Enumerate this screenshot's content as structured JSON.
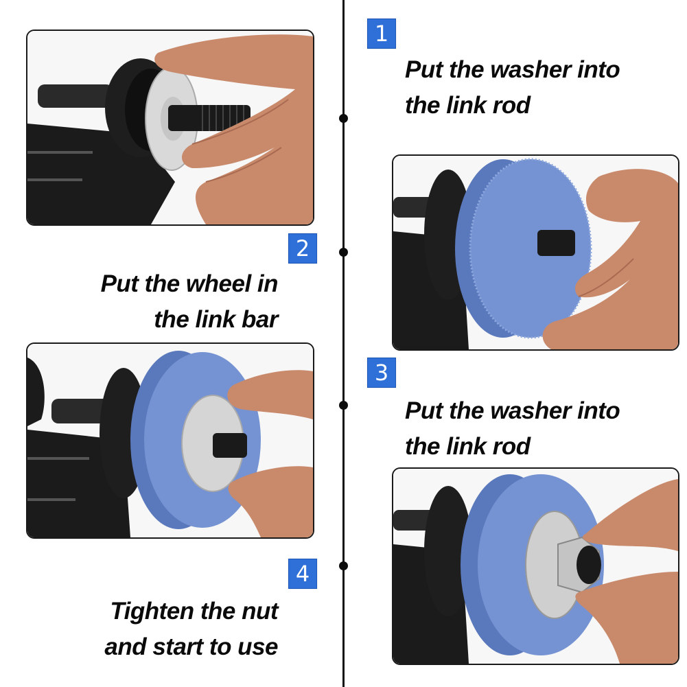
{
  "steps": [
    {
      "number": "1",
      "caption_line1": "Put the washer into",
      "caption_line2": "the link rod",
      "photo_icon": "washer-on-threaded-rod-photo"
    },
    {
      "number": "2",
      "caption_line1": "Put the wheel in",
      "caption_line2": "the link bar",
      "photo_icon": "grinding-wheel-on-rod-photo"
    },
    {
      "number": "3",
      "caption_line1": "Put the washer into",
      "caption_line2": "the link rod",
      "photo_icon": "washer-on-wheel-photo"
    },
    {
      "number": "4",
      "caption_line1": "Tighten the nut",
      "caption_line2": "and start to use",
      "photo_icon": "tightening-nut-photo"
    }
  ],
  "colors": {
    "badge_blue": "#2f6fd8",
    "wheel_blue": "#6d8fd0",
    "timeline": "#111111",
    "caption_text": "#0a0a0a"
  }
}
